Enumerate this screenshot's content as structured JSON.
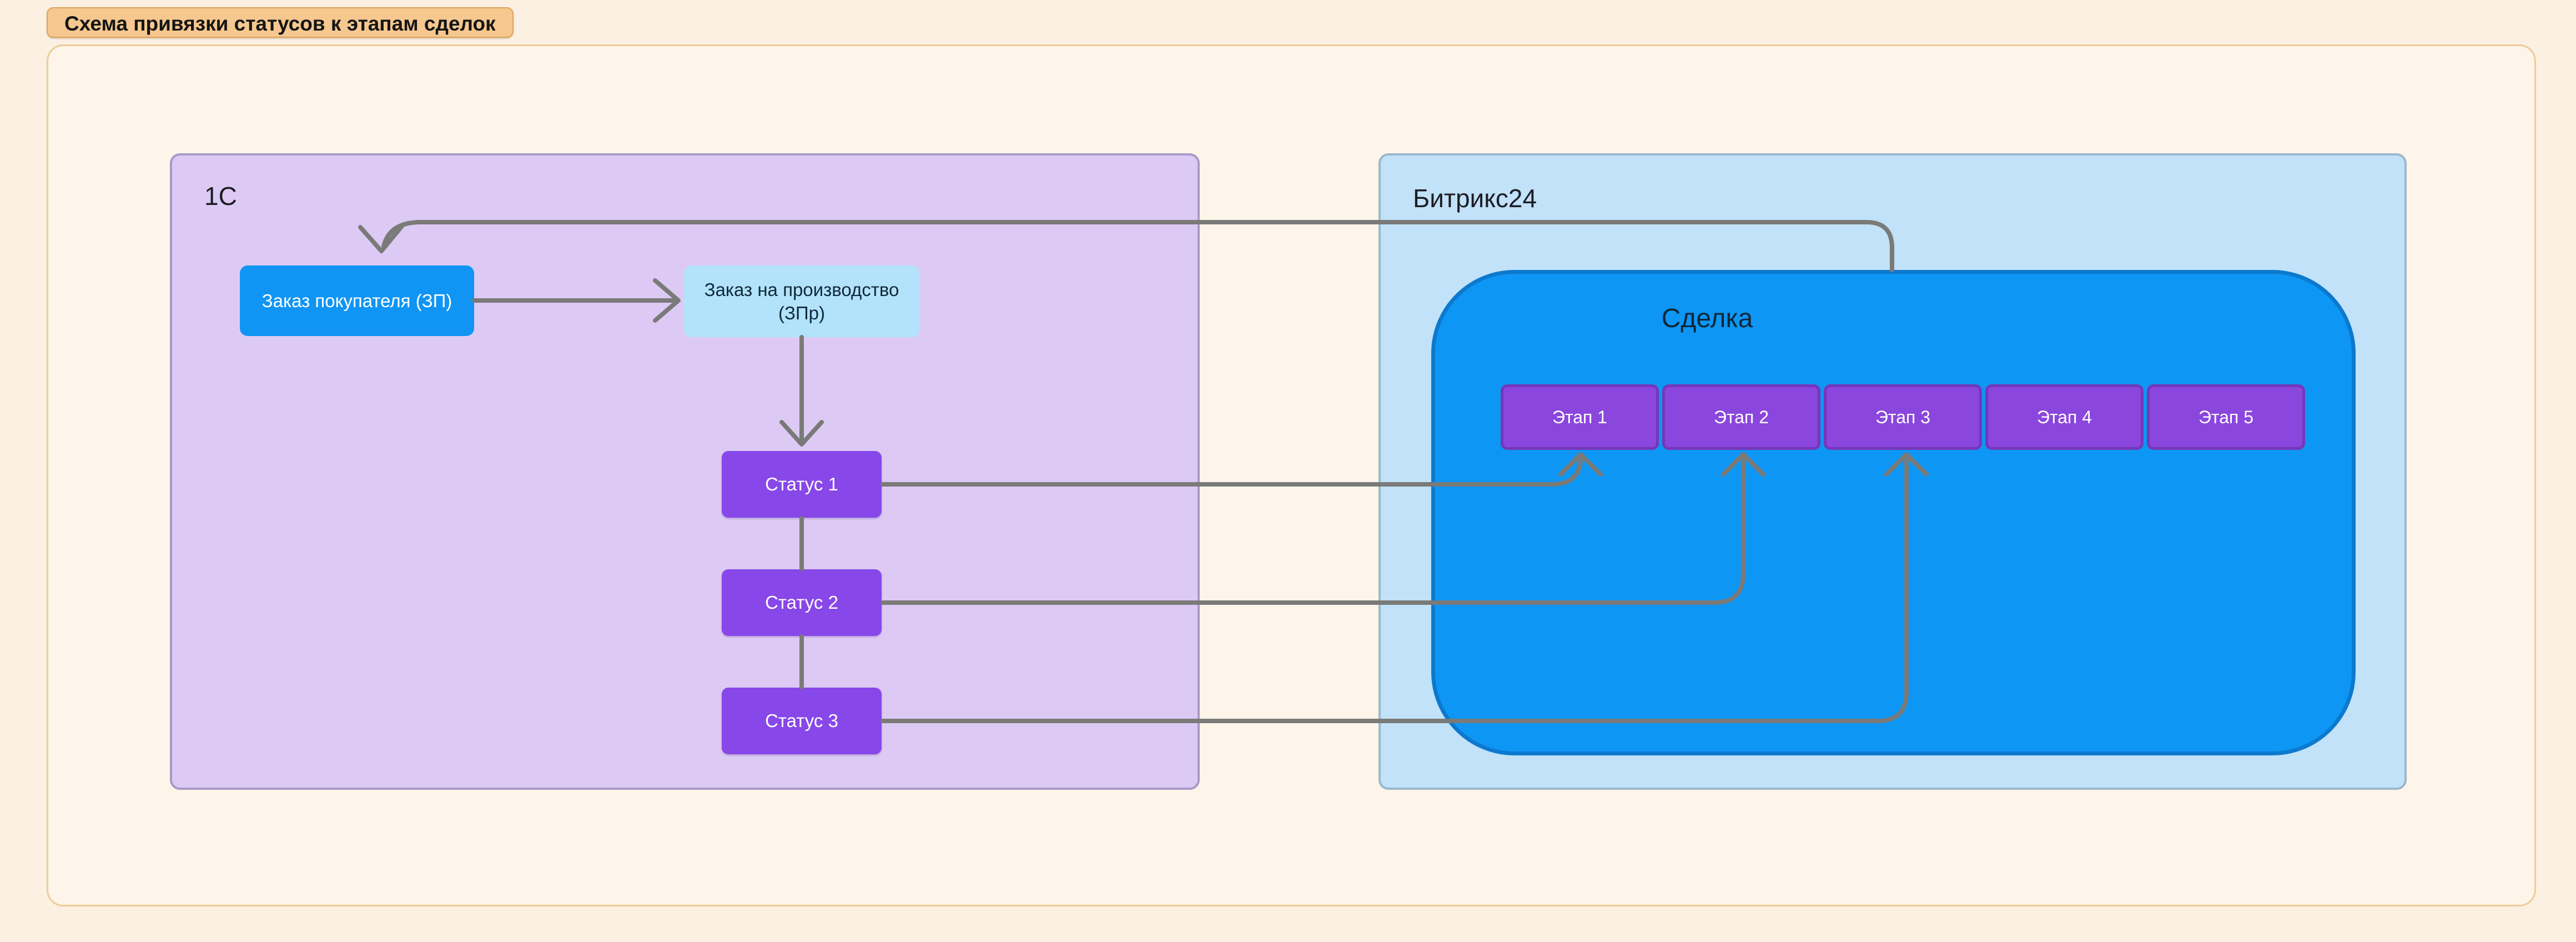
{
  "title": {
    "label": "Схема привязки статусов к этапам сделок"
  },
  "containers": {
    "c1c": {
      "label": "1С"
    },
    "bitrix": {
      "label": "Битрикс24"
    }
  },
  "nodes": {
    "zp": {
      "label": "Заказ покупателя (ЗП)"
    },
    "zpr": {
      "label_line1": "Заказ на производство",
      "label_line2": "(ЗПр)"
    },
    "statuses": [
      {
        "label": "Статус 1"
      },
      {
        "label": "Статус 2"
      },
      {
        "label": "Статус 3"
      }
    ],
    "deal": {
      "label": "Сделка"
    },
    "stages": [
      {
        "label": "Этап 1"
      },
      {
        "label": "Этап 2"
      },
      {
        "label": "Этап 3"
      },
      {
        "label": "Этап 4"
      },
      {
        "label": "Этап 5"
      }
    ]
  },
  "connections": [
    {
      "from": "Сделка",
      "to": "Заказ покупателя (ЗП)",
      "arrow": true
    },
    {
      "from": "Заказ покупателя (ЗП)",
      "to": "Заказ на производство (ЗПр)",
      "arrow": true
    },
    {
      "from": "Заказ на производство (ЗПр)",
      "to": "Статус 1",
      "arrow": true
    },
    {
      "from": "Статус 1",
      "to": "Статус 2",
      "arrow": false
    },
    {
      "from": "Статус 2",
      "to": "Статус 3",
      "arrow": false
    },
    {
      "from": "Статус 1",
      "to": "Этап 1",
      "arrow": true
    },
    {
      "from": "Статус 2",
      "to": "Этап 2",
      "arrow": true
    },
    {
      "from": "Статус 3",
      "to": "Этап 3",
      "arrow": true
    }
  ],
  "colors": {
    "page_bg": "#fbf0e1",
    "frame_bg": "#fdf5e9",
    "frame_border": "#eccd97",
    "badge_bg": "#f6c88f",
    "badge_border": "#dca35b",
    "container_1c_bg": "#dccaf5",
    "container_1c_border": "#a69ac8",
    "container_bitrix_bg": "#c1e2f8",
    "container_bitrix_border": "#9db7ca",
    "zp_bg": "#1095f4",
    "zpr_bg": "#b2e3fb",
    "status_bg": "#8847e8",
    "deal_bg": "#0e96f4",
    "deal_border": "#0c79ce",
    "stage_bg": "#8a46dd",
    "stage_border": "#7537b9",
    "connector": "#7a7a78"
  }
}
